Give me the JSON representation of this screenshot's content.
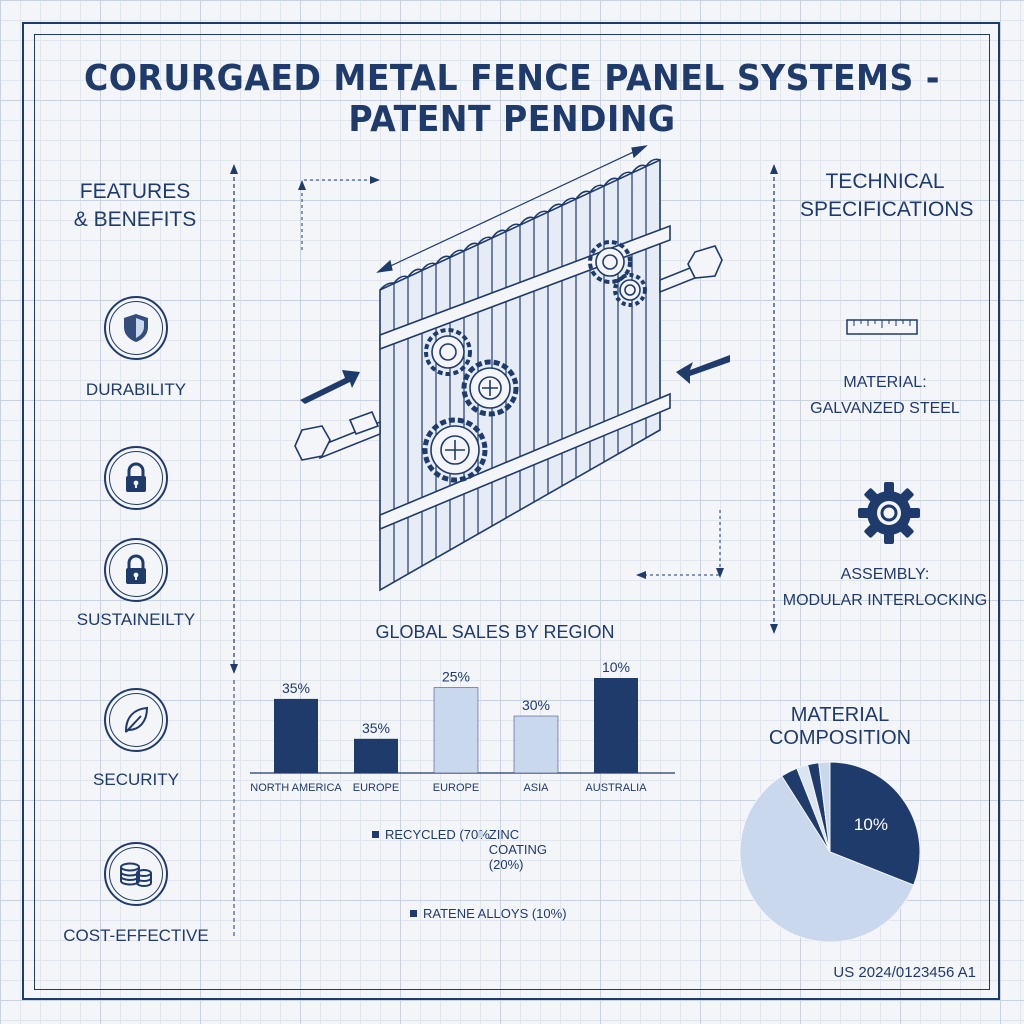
{
  "title": "CORURGAED METAL FENCE PANEL SYSTEMS - PATENT PENDING",
  "features": {
    "heading_line1": "FEATURES",
    "heading_line2": "& BENEFITS",
    "items": [
      {
        "label": "DURABILITY",
        "icon": "shield-icon"
      },
      {
        "label": "",
        "icon": "lock-icon"
      },
      {
        "label": "SUSTAINEILTY",
        "icon": "lock-icon"
      },
      {
        "label": "SECURITY",
        "icon": "leaf-icon"
      },
      {
        "label": "COST-EFFECTIVE",
        "icon": "coins-icon"
      }
    ]
  },
  "specs": {
    "heading_line1": "TECHNICAL",
    "heading_line2": "SPECIFICATIONS",
    "material_label": "MATERIAL:",
    "material_value": "GALVANZED STEEL",
    "assembly_label": "ASSEMBLY:",
    "assembly_value": "MODULAR INTERLOCKING"
  },
  "colors": {
    "navy": "#1f3b6b",
    "light_blue": "#c9d8ec",
    "background": "#f3f5f9"
  },
  "chart_data": [
    {
      "type": "bar",
      "title": "GLOBAL SALES BY REGION",
      "categories": [
        "NORTH AMERICA",
        "EUROPE",
        "EUROPE",
        "ASIA",
        "AUSTRALIA"
      ],
      "values": [
        35,
        35,
        25,
        30,
        10
      ],
      "data_labels": [
        "35%",
        "35%",
        "25%",
        "30%",
        "10%"
      ],
      "bar_colors": [
        "#1f3b6b",
        "#1f3b6b",
        "#c9d8ec",
        "#c9d8ec",
        "#1f3b6b"
      ],
      "legend": [
        {
          "label": "RECYCLED (70%",
          "color": "#1f3b6b"
        },
        {
          "label": "ZINC COATING (20%)",
          "color": "#c9d8ec"
        },
        {
          "label": "RATENE ALLOYS (10%)",
          "color": "#1f3b6b"
        }
      ]
    },
    {
      "type": "pie",
      "title": "MATERIAL COMPOSITION",
      "slices": [
        {
          "value": 31,
          "color": "#1f3b6b",
          "label": "10%"
        },
        {
          "value": 60,
          "color": "#c9d8ec",
          "label": ""
        },
        {
          "value": 3,
          "color": "#1f3b6b",
          "label": ""
        },
        {
          "value": 2,
          "color": "#dbe5f2",
          "label": ""
        },
        {
          "value": 2,
          "color": "#1f3b6b",
          "label": ""
        },
        {
          "value": 2,
          "color": "#c9d8ec",
          "label": ""
        }
      ]
    }
  ],
  "patent_number": "US 2024/0123456 A1"
}
